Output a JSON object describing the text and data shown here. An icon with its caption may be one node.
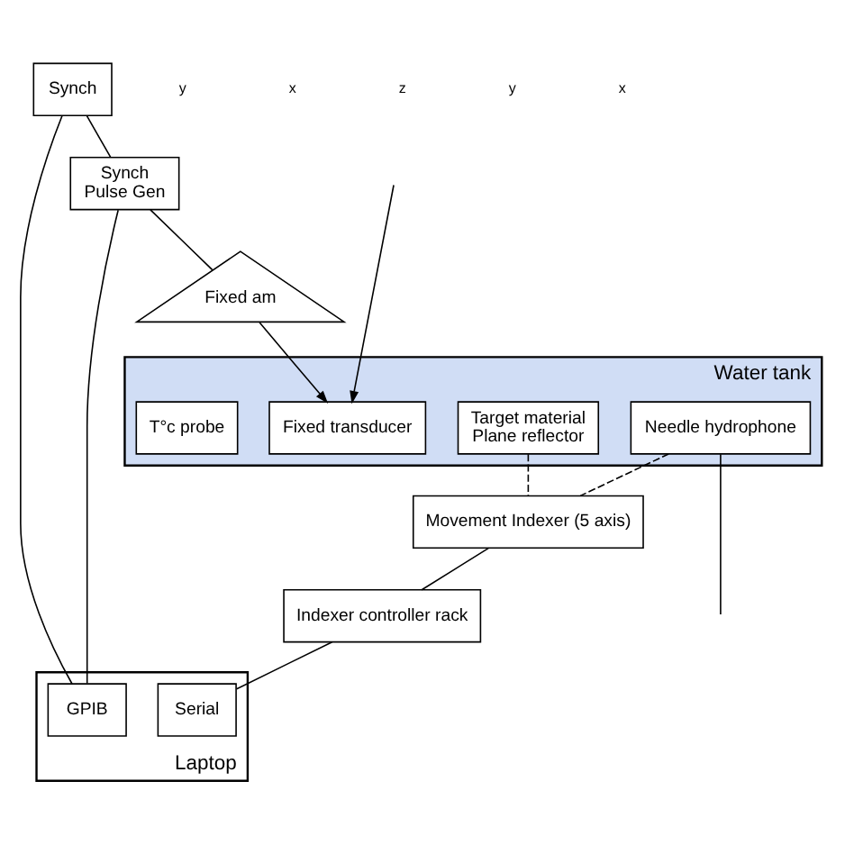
{
  "diagram": {
    "nodes": [
      {
        "text": [
          "Water tank"
        ]
      },
      {
        "text": [
          "Needle hydrophone"
        ],
        "in": 0
      },
      {
        "text": [
          "Target material",
          "Plane reflector"
        ],
        "in": 0
      },
      {
        "text": [
          "Fixed transducer"
        ],
        "in": 0
      },
      {
        "text": [
          "T°c probe"
        ],
        "in": 0
      },
      {
        "text": [
          "Movement Indexer (5 axis)"
        ]
      },
      {
        "text": [
          "Fixed am"
        ]
      },
      {
        "text": [
          "Synch"
        ]
      },
      {
        "text": [
          "Indexer controller rack"
        ]
      },
      {
        "text": [
          "Synch",
          "Pulse Gen"
        ]
      },
      {
        "text": [
          "Laptop"
        ]
      },
      {
        "text": [
          "GPIB"
        ],
        "in": 10
      },
      {
        "text": [
          "Serial"
        ],
        "in": 10
      }
    ],
    "edges": [
      {
        "from": 1,
        "to": null,
        "arrow": "none"
      },
      {
        "from": 1,
        "to": 5,
        "arrow": "none",
        "style": "dashed"
      },
      {
        "from": 2,
        "to": 5,
        "arrow": "none",
        "style": "dashed"
      },
      {
        "from": null,
        "to": 3,
        "arrow": "to"
      },
      {
        "from": 6,
        "to": 3,
        "arrow": "to"
      },
      {
        "from": 9,
        "to": 6,
        "arrow": "none"
      },
      {
        "from": 5,
        "to": 8,
        "arrow": "none"
      },
      {
        "from": 7,
        "to": 9,
        "arrow": "none"
      },
      {
        "from": 7,
        "to": 11,
        "arrow": "none"
      },
      {
        "from": 9,
        "to": 11,
        "arrow": "none"
      },
      {
        "from": 8,
        "to": 12,
        "arrow": "none"
      }
    ],
    "labels": [
      "y",
      "x",
      "z",
      "y",
      "x"
    ]
  }
}
